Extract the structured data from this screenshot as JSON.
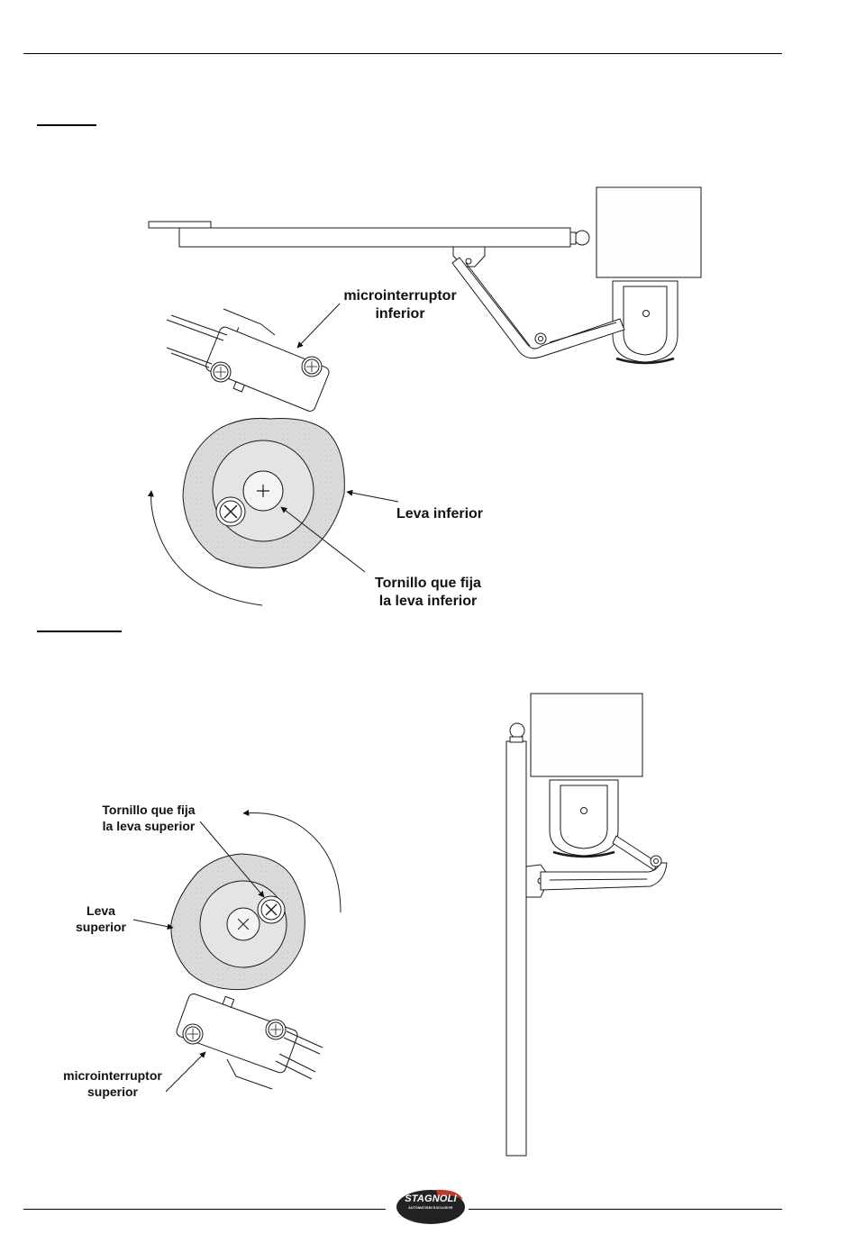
{
  "labels": {
    "micro_inferior": [
      "microinterruptor",
      "inferior"
    ],
    "leva_inferior": [
      "Leva inferior"
    ],
    "tornillo_inferior": [
      "Tornillo que fija",
      "la leva inferior"
    ],
    "tornillo_superior": [
      "Tornillo que fija",
      "la leva superior"
    ],
    "leva_superior": [
      "Leva",
      "superior"
    ],
    "micro_superior": [
      "microinterruptor",
      "superior"
    ]
  },
  "logo": {
    "brand": "STAGNOLI",
    "tagline": "AUTOMATISMI EXCLUSIVE"
  },
  "colors": {
    "line": "#1a1a1a",
    "cam_fill": "#d6d6d6",
    "logo_red": "#c0392b",
    "logo_dark": "#222222"
  }
}
